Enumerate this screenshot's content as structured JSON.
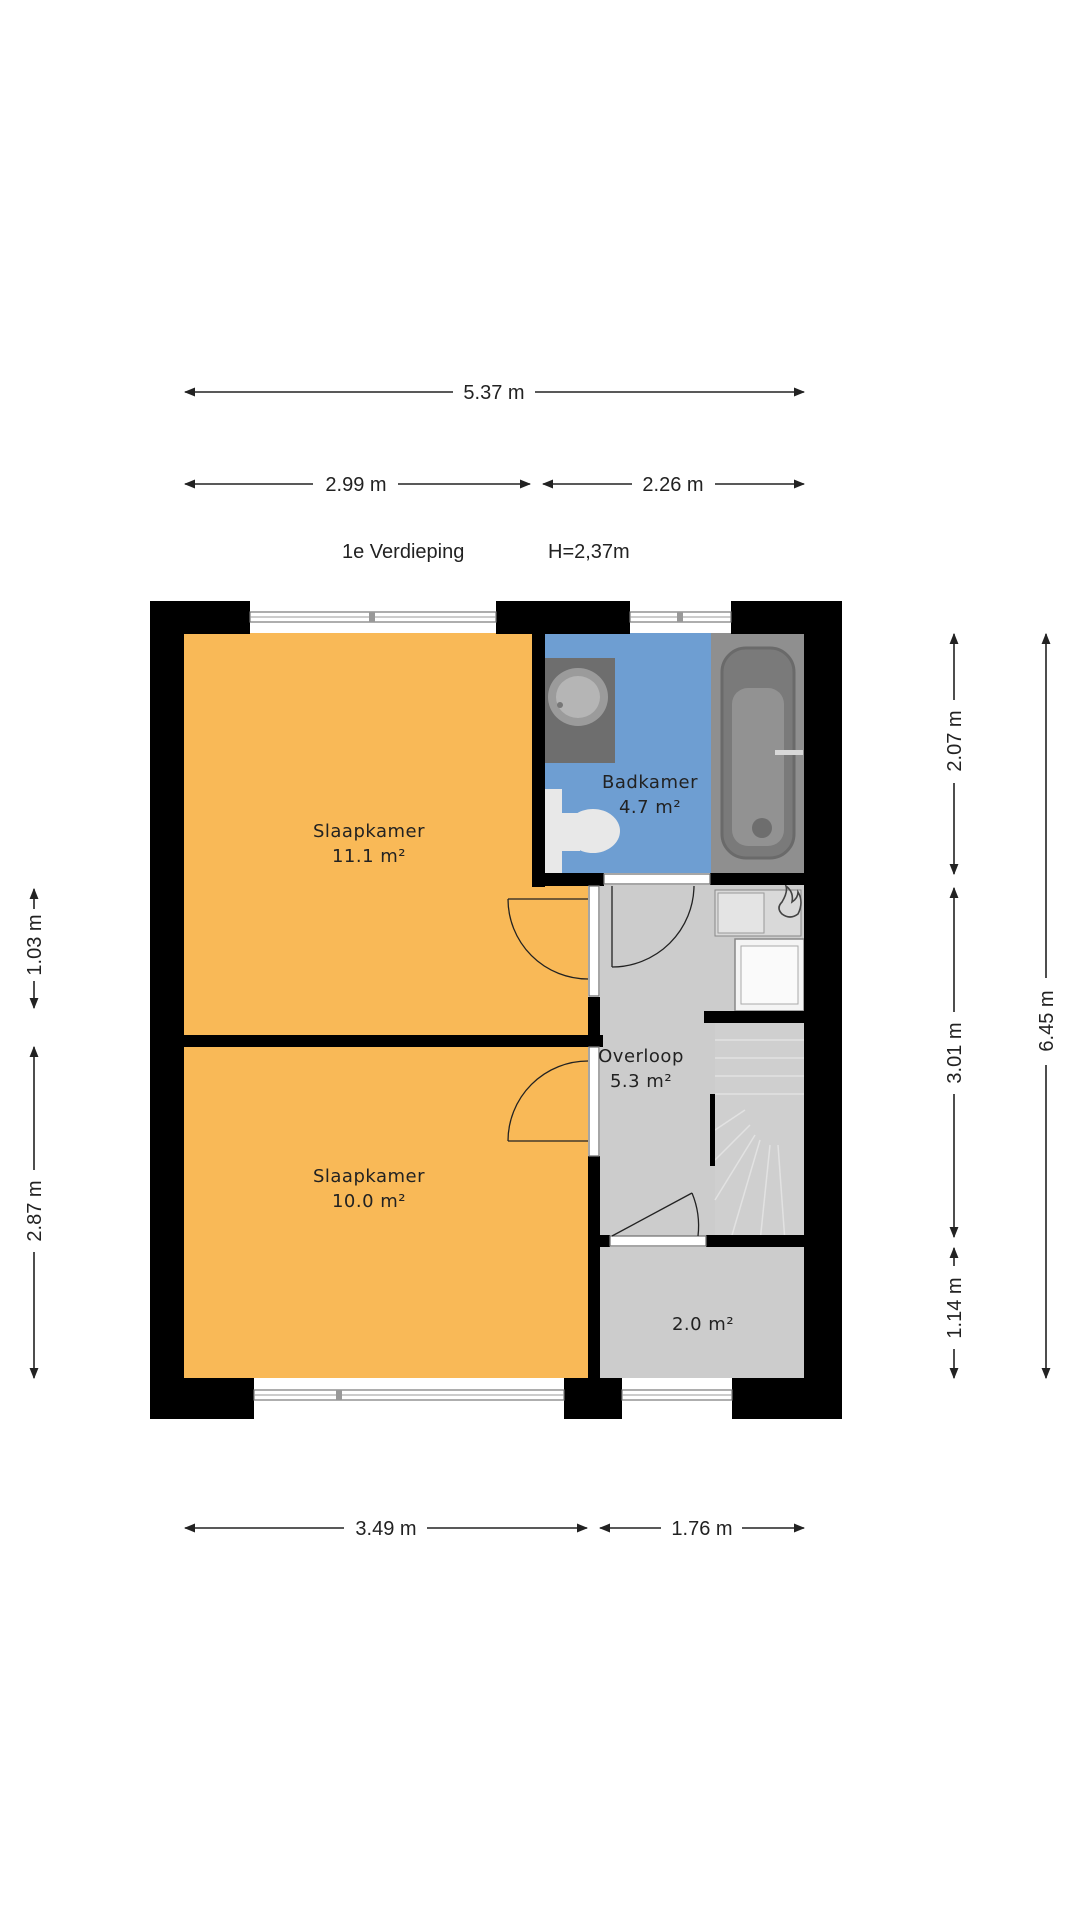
{
  "header": {
    "floor_label": "1e Verdieping",
    "height_label": "H=2,37m"
  },
  "dimensions": {
    "top_total": "5.37 m",
    "top_left": "2.99 m",
    "top_right": "2.26 m",
    "bottom_left": "3.49 m",
    "bottom_right": "1.76 m",
    "left_upper": "1.03 m",
    "left_lower": "2.87 m",
    "right_upper": "2.07 m",
    "right_middle": "3.01 m",
    "right_lower": "1.14 m",
    "right_total": "6.45 m"
  },
  "rooms": {
    "bedroom_1": {
      "name": "Slaapkamer",
      "area": "11.1 m²",
      "color": "#F9B957"
    },
    "bedroom_2": {
      "name": "Slaapkamer",
      "area": "10.0 m²",
      "color": "#F9B957"
    },
    "bathroom": {
      "name": "Badkamer",
      "area": "4.7 m²",
      "color": "#6E9ED2"
    },
    "landing": {
      "name": "Overloop",
      "area": "5.3 m²",
      "color": "#CCCCCC"
    },
    "storage": {
      "area": "2.0 m²",
      "color": "#CCCCCC"
    }
  },
  "colors": {
    "wall": "#000000",
    "dimension_line": "#222222"
  }
}
